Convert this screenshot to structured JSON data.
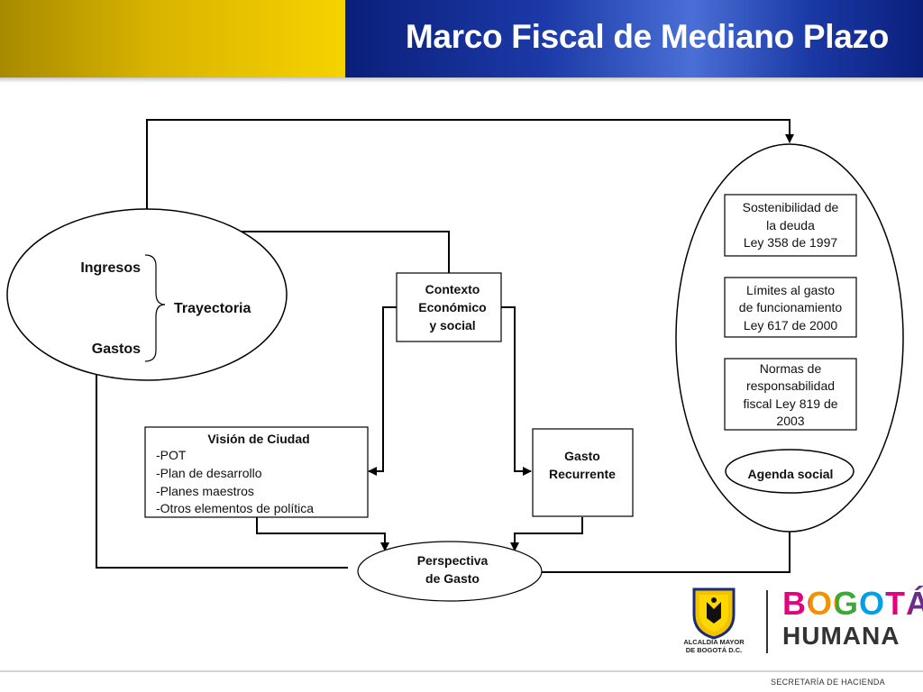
{
  "header": {
    "title": "Marco Fiscal de Mediano Plazo"
  },
  "diagram": {
    "left_ellipse": {
      "ingresos": "Ingresos",
      "gastos": "Gastos",
      "trayectoria": "Trayectoria"
    },
    "contexto": {
      "line1": "Contexto",
      "line2": "Económico",
      "line3": "y social"
    },
    "vision": {
      "title": "Visión de Ciudad",
      "items": [
        "-POT",
        "-Plan de desarrollo",
        "-Planes maestros",
        "-Otros elementos de política"
      ]
    },
    "gasto": {
      "line1": "Gasto",
      "line2": "Recurrente"
    },
    "perspectiva": {
      "line1": "Perspectiva",
      "line2": "de Gasto"
    },
    "right_ellipse": {
      "box1": [
        "Sostenibilidad de",
        "la deuda",
        "Ley 358 de 1997"
      ],
      "box2": [
        "Límites al gasto",
        "de funcionamiento",
        "Ley 617 de 2000"
      ],
      "box3": [
        "Normas de",
        "responsabilidad",
        "fiscal Ley 819 de",
        "2003"
      ],
      "agenda": "Agenda social"
    }
  },
  "logos": {
    "alcaldia_line1": "ALCALDÍA MAYOR",
    "alcaldia_line2": "DE BOGOTÁ D.C.",
    "bogota": "BOGOTÁ",
    "humana": "HUMANA"
  },
  "footer": {
    "secretaria": "SECRETARÍA DE HACIENDA"
  },
  "colors": {
    "gold": "#f6d200",
    "blue": "#1c3aa8",
    "logo_pink": "#e5007e",
    "logo_purple": "#6b2d8a",
    "logo_orange": "#f39200",
    "logo_green": "#3aaa35"
  }
}
